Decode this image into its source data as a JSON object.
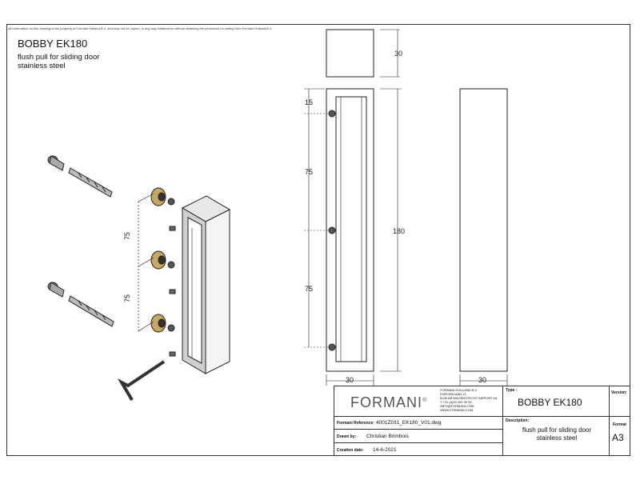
{
  "notice": "All information on this drawing is the property of Formani Holland B.V. and may not be copied, in any way whatsoever without obtaining the permission in writing from Formani Holland B.V.",
  "product": {
    "name": "BOBBY EK180",
    "line1": "flush pull for sliding door",
    "line2": "stainless steel"
  },
  "dimensions": {
    "top_view_height": "30",
    "offset_top": "15",
    "spacing_1": "75",
    "spacing_2": "75",
    "total_length": "180",
    "width_front": "30",
    "width_back": "30"
  },
  "exploded": {
    "spacing_a": "75",
    "spacing_b": "75"
  },
  "title_block": {
    "brand": "FORMANI",
    "brand_mark": "®",
    "company_lines": [
      "FORMANI HOLLAND B.V.",
      "EUROPALAAN 12",
      "5106 AB WAGENSTECHT AIRPORT NL",
      "T +31 (0)45 000 00 00",
      "INFO@FORMANI.COM",
      "WWW.FORMANI.COM"
    ],
    "type_label": "Type :",
    "type_value": "BOBBY EK180",
    "version_label": "Version:",
    "reference_label": "Formani Reference:",
    "reference_value": "4001Z031_EK180_V01.dwg",
    "description_label": "Description:",
    "description_line1": "flush pull for sliding door",
    "description_line2": "stainless steel",
    "format_label": "Format",
    "format_value": "A3",
    "drawn_label": "Drawn by:",
    "drawn_value": "Christian Brimbois",
    "creation_label": "Creation date:",
    "creation_value": "14-6-2021"
  }
}
